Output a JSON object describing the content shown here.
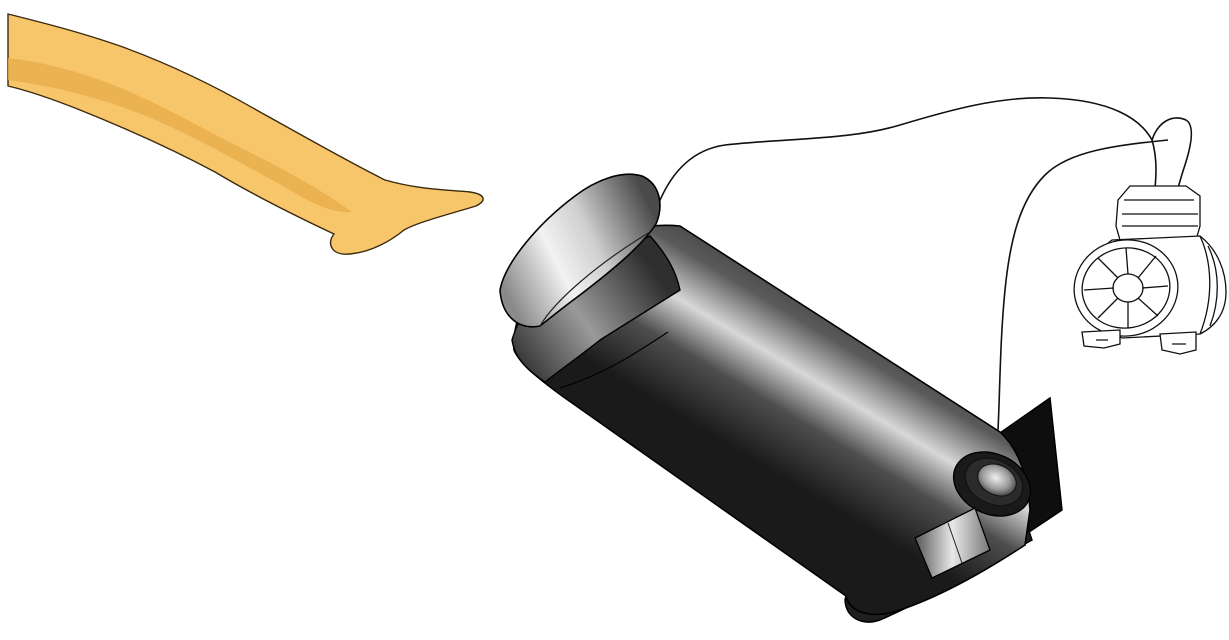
{
  "diagram": {
    "components": [
      {
        "id": "leg",
        "icon": "leg-icon"
      },
      {
        "id": "vessel",
        "icon": "cylinder-vessel-icon"
      },
      {
        "id": "pump",
        "icon": "pump-icon"
      },
      {
        "id": "hose",
        "icon": "hose-icon"
      }
    ],
    "colors": {
      "background": "#ffffff",
      "skin_light": "#f8c66a",
      "skin_shade": "#e9ae4c",
      "outline": "#111111",
      "vessel_dark": "#111111",
      "vessel_mid": "#5a5a5a",
      "vessel_highlight": "#d8d8d8",
      "cuff_light": "#f2f2f2",
      "cuff_dark": "#6e6e6e",
      "pump_fill": "#ffffff"
    }
  }
}
